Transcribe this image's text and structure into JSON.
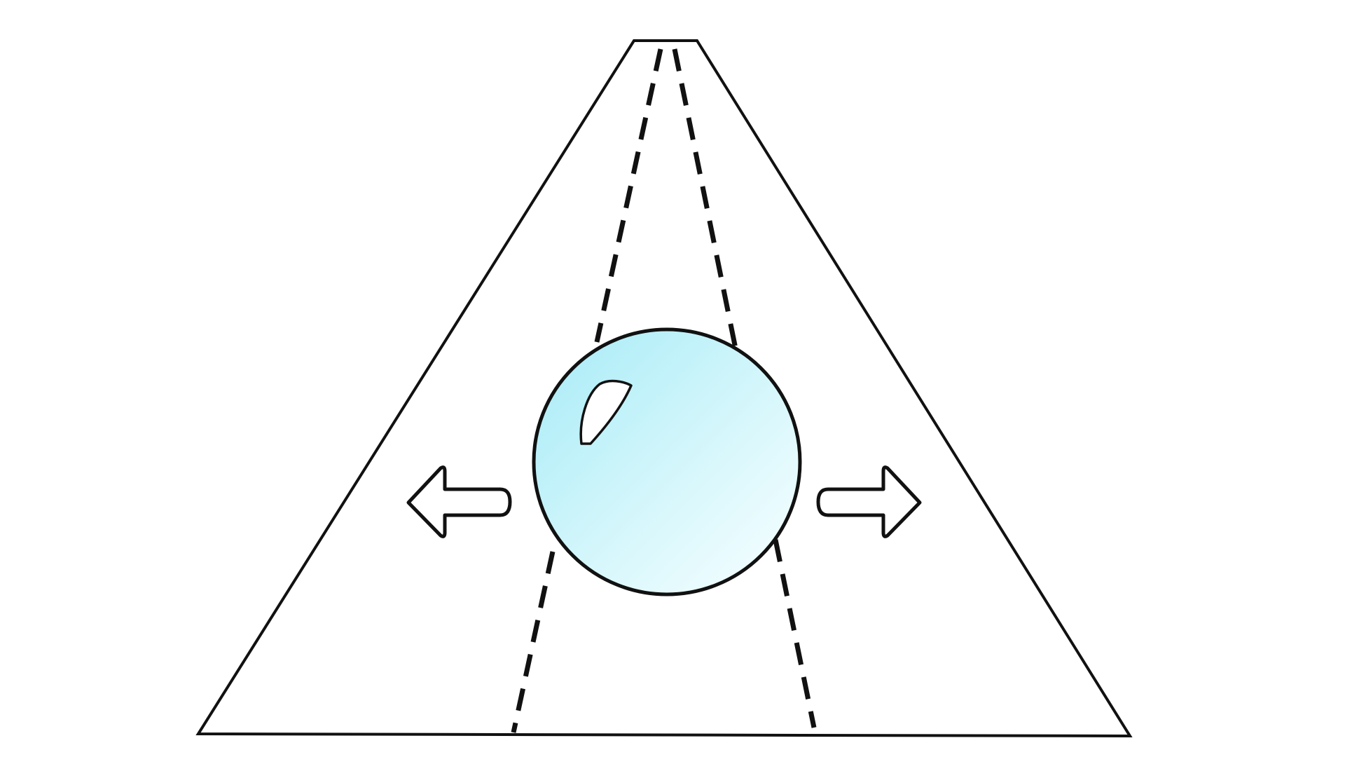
{
  "diagram": {
    "background_color": "#ffffff",
    "stroke_color": "#111111",
    "ball_colors": {
      "light": "#f6feff",
      "mid": "#d2f6fb",
      "dark": "#b3eef8"
    },
    "arrows": [
      {
        "direction": "left",
        "icon": "left-arrow-icon"
      },
      {
        "direction": "right",
        "icon": "right-arrow-icon"
      }
    ],
    "elements": [
      "trapezoid-outline",
      "dashed-lane-left",
      "dashed-lane-right",
      "sphere",
      "sphere-highlight"
    ]
  }
}
